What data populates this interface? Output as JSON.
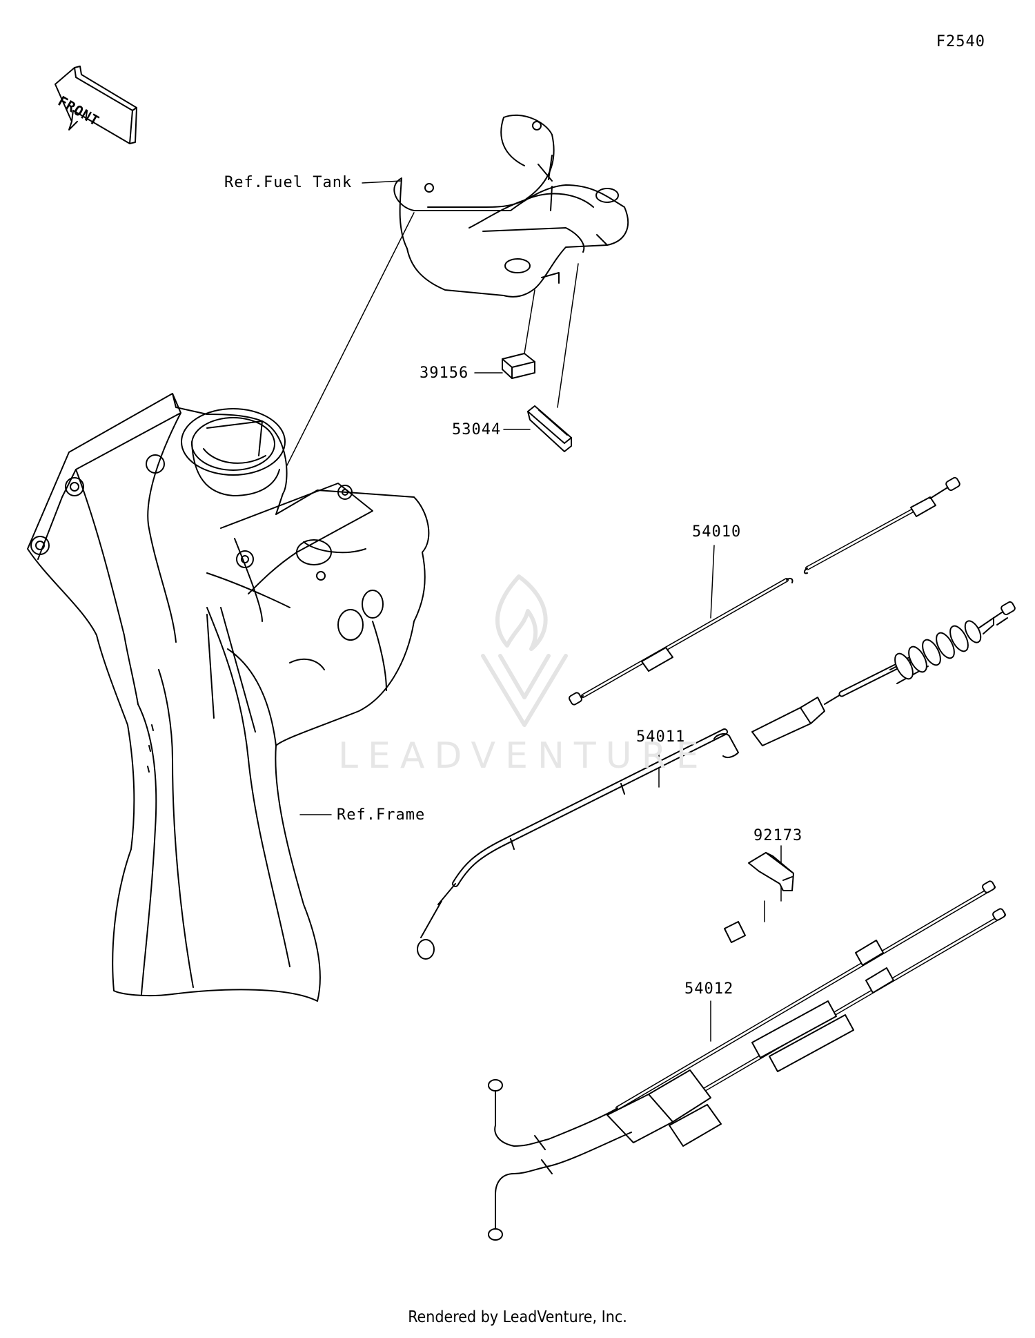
{
  "diagram_code": "F2540",
  "front_marker": "FRONT",
  "watermark": "LEADVENTURE",
  "footer": "Rendered by LeadVenture, Inc.",
  "parts": [
    {
      "id": "ref-fuel-tank",
      "label": "Ref.Fuel Tank"
    },
    {
      "id": "39156",
      "label": "39156"
    },
    {
      "id": "53044",
      "label": "53044"
    },
    {
      "id": "54010",
      "label": "54010"
    },
    {
      "id": "54011",
      "label": "54011"
    },
    {
      "id": "92173",
      "label": "92173"
    },
    {
      "id": "54012",
      "label": "54012"
    },
    {
      "id": "ref-frame",
      "label": "Ref.Frame"
    }
  ],
  "icons": [
    "front-arrow-icon",
    "leadventure-logo-icon"
  ]
}
